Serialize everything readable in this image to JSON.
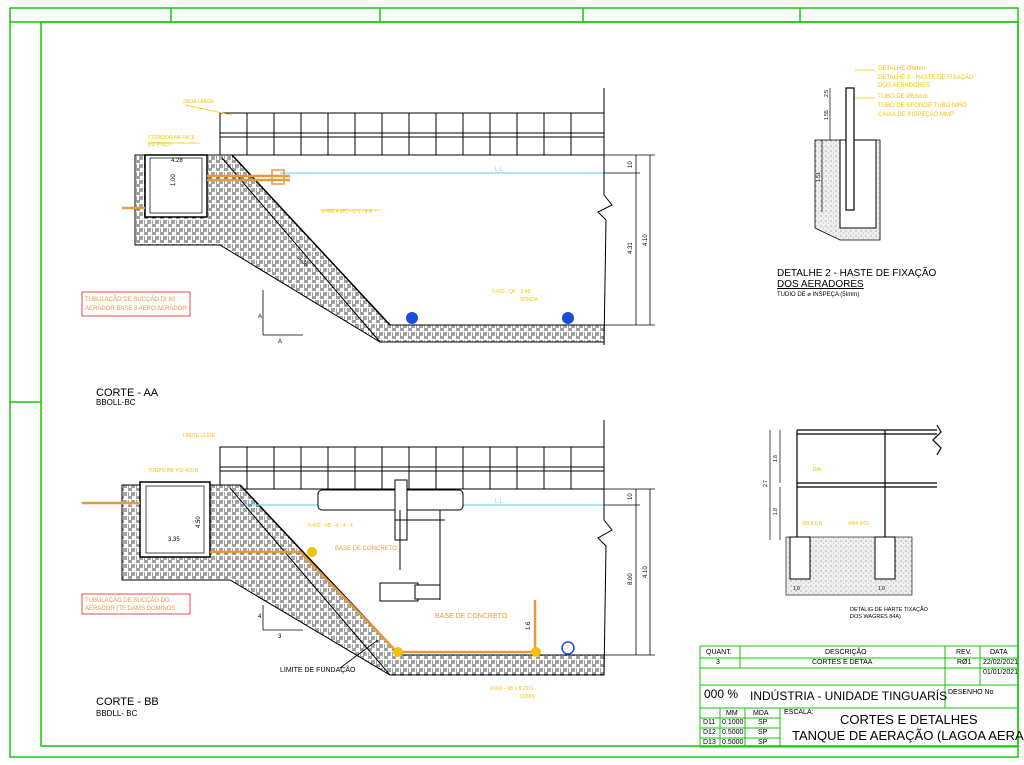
{
  "colors": {
    "border": "#16c60c",
    "line": "#000000",
    "annotation": "#f2c200",
    "pipe": "#e59b3a",
    "water": "#7fd3f0",
    "detail_marker": "#1a4dd8"
  },
  "section_aa": {
    "title": "CORTE - AA",
    "subtitle": "BBOLL-BC",
    "water_level": "L  L",
    "pipe_note_line1": "TUBULAÇÃO DE SUCÇÃO DI 80",
    "pipe_note_line2": "AERADOR BASE 3 AERO AERADOR",
    "label_top": "ZADA LARGE",
    "label_box_1": "COTADOR NA FACE",
    "label_box_2": "DO POÇO",
    "dim_width": "4.28",
    "dim_height": "1.00",
    "dim_slope": "3.36",
    "dim_right_top": "10",
    "dim_right_1": "4.31",
    "dim_right_2": "4.10",
    "note_slope": "0.480 4 MC - Q 1 - 4.4",
    "note_bottom_1": "0.420 - QK - 3.40",
    "note_bottom_2": "SONDA",
    "axis_a_1": "A",
    "axis_a_2": "A"
  },
  "section_bb": {
    "title": "CORTE - BB",
    "subtitle": "BBDLL- BC",
    "water_level": "L  L",
    "pipe_note_line1": "TUBULAÇÃO DE SUCÇÃO DO",
    "pipe_note_line2": "AERADOR (TE DAMS DOMINOS",
    "label_top": "LIMITE LEIDE",
    "label_box": "TORPO BB YGI 400 B",
    "dim_width": "3.35",
    "dim_height": "4.50",
    "dim_right_top": "10",
    "dim_right_1": "8.00",
    "dim_right_2": "4.10",
    "dim_pipe": "1.6",
    "concrete_1": "BASE DE CONCRETO",
    "concrete_2": "BASE DE CONCRETO",
    "foundation": "LIMITE DE FUNDAÇÃO",
    "note_slope": "0.400 - 4B - 4 - 4 - 4",
    "note_bottom_1": "0.010 - 1B 1.8 2011",
    "note_bottom_2": "(1000)",
    "axis_1": "4",
    "axis_2": "3"
  },
  "detail_2": {
    "title_line1": "DETALHE 2 - HASTE DE FIXAÇÃO",
    "title_line2": "DOS AERADORES",
    "subtitle": "TUDIO DE ⌀ INSPEÇA (5Imm)",
    "notes": [
      "DETALHE Ø6mm",
      "DETALHE 2 - HASTE DE FIXAÇÃO",
      "DOS AERADORES",
      "TUBO DE Ø63mm",
      "TUBO DE SPONGE TUBO NIRO",
      "CAIXA DE INSPEÇÃO MMP"
    ],
    "dims": [
      "2.5",
      "1.55",
      "1.51"
    ]
  },
  "detail_3": {
    "caption_line1": "DETALIG DE HARTE TIXAÇÃO",
    "caption_line2": "DOS WAGRES 84A)",
    "dims": [
      "1.8",
      "2.7",
      "1.8",
      "1.0",
      "1.0"
    ],
    "notes": [
      "1Mk",
      "ΦB 8.6 B",
      "ΦB4 6/01"
    ]
  },
  "title_block": {
    "h_quant": "QUANT.",
    "h_desc": "DESCRIÇÃO",
    "h_rev": "REV.",
    "h_data": "DATA",
    "quant": "3",
    "desc": "CORTES E DETAA",
    "rev": "RØ1",
    "date_1": "22/02/2021",
    "date_2": "01/01/2021",
    "percent": "000 %",
    "company": "INDÚSTRIA - UNIDADE TINGUARÍS",
    "desenho": "DESENHO No",
    "h_mm": "MM",
    "h_mda": "MDA",
    "escala": "ESCALA:",
    "rows": [
      {
        "code": "D11",
        "mm": "0.1000",
        "mda": "SP"
      },
      {
        "code": "D12",
        "mm": "0.5000",
        "mda": "SP"
      },
      {
        "code": "D13",
        "mm": "0.5000",
        "mda": "SP"
      }
    ],
    "title_line1": "CORTES E DETALHES",
    "title_line2": "TANQUE DE AERAÇÃO (LAGOA AERADA)"
  }
}
